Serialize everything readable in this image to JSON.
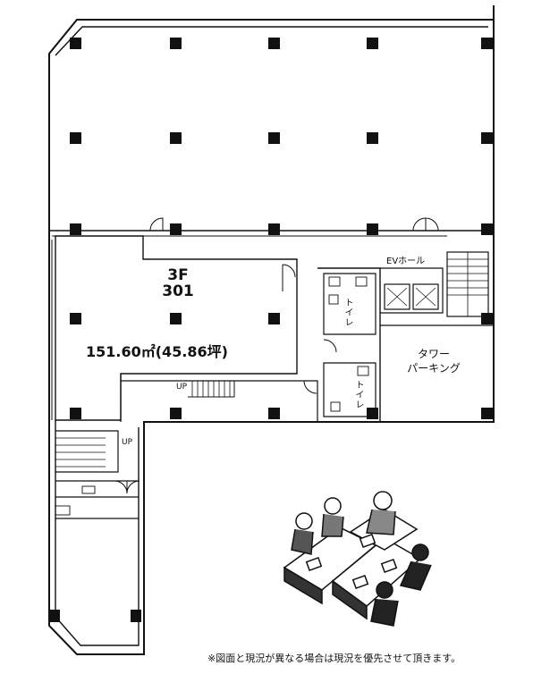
{
  "floor_plan": {
    "unit": {
      "floor": "3F",
      "number": "301",
      "area": "151.60㎡(45.86坪)"
    },
    "labels": {
      "ev_hall": "EVホール",
      "tower_parking_line1": "タワー",
      "tower_parking_line2": "パーキング",
      "toilet": "トイレ",
      "up": "UP"
    },
    "note": "※図面と現況が異なる場合は現況を優先させて頂きます。"
  }
}
